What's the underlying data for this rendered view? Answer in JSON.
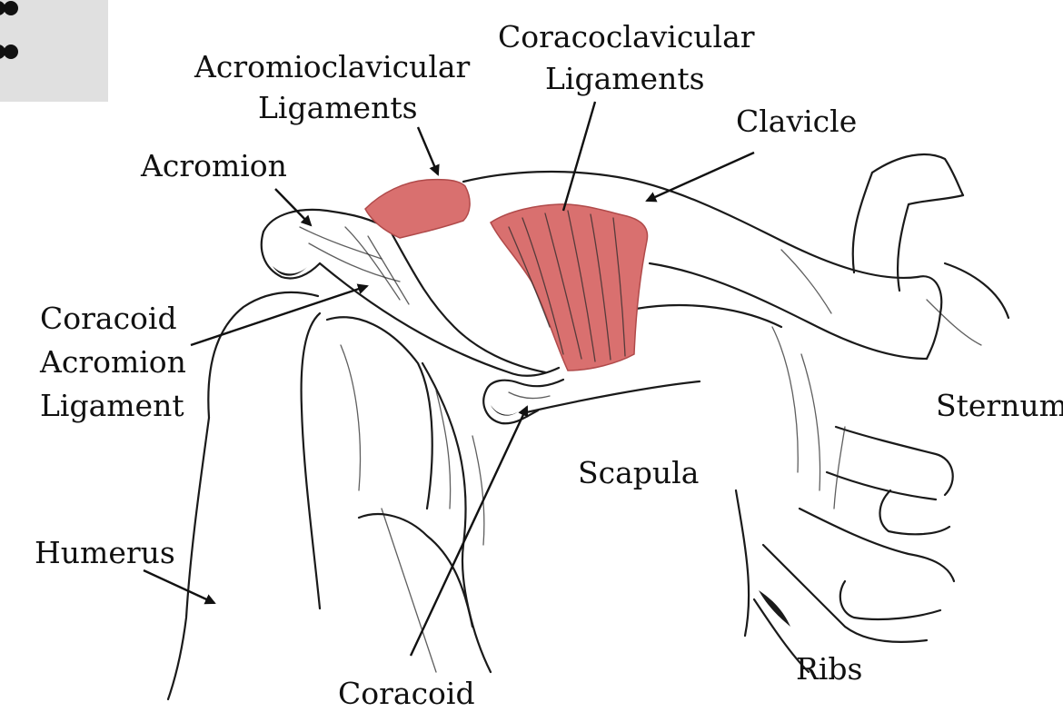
{
  "labels": {
    "coracoclavicular_1": "Coracoclavicular",
    "coracoclavicular_2": "Ligaments",
    "acromioclavicular_1": "Acromioclavicular",
    "acromioclavicular_2": "Ligaments",
    "clavicle": "Clavicle",
    "acromion": "Acromion",
    "coracoid_acromion_1": "Coracoid",
    "coracoid_acromion_2": "Acromion",
    "coracoid_acromion_3": "Ligament",
    "sternum": "Sternum",
    "scapula": "Scapula",
    "humerus": "Humerus",
    "ribs": "Ribs",
    "coracoid": "Coracoid"
  },
  "colors": {
    "ligament_highlight": "#d9706f",
    "ligament_border": "#b04a4a",
    "ink": "#1a1a1a",
    "corner_badge": "#e0e0e0"
  },
  "icons": {
    "corner_badge": "dots-icon"
  }
}
